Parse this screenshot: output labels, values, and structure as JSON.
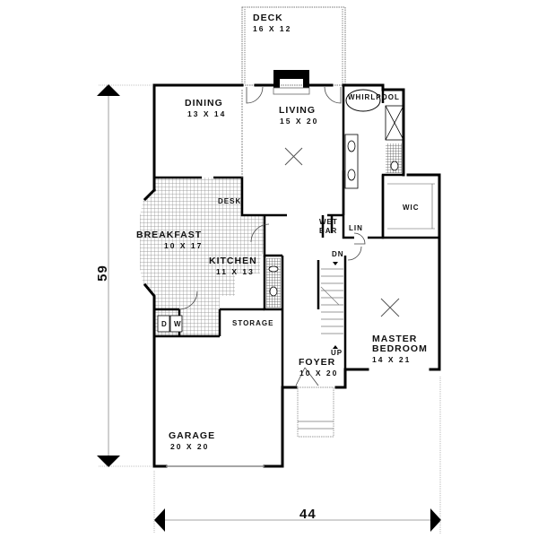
{
  "plan": {
    "overall_depth": "59",
    "overall_width": "44",
    "colors": {
      "wall": "#000000",
      "tile": "#bbbbbb",
      "background": "#ffffff"
    }
  },
  "rooms": {
    "deck": {
      "name": "DECK",
      "size": "16 X 12"
    },
    "dining": {
      "name": "DINING",
      "size": "13 X 14"
    },
    "living": {
      "name": "LIVING",
      "size": "15 X 20"
    },
    "breakfast": {
      "name": "BREAKFAST",
      "size": "10 X 17"
    },
    "kitchen": {
      "name": "KITCHEN",
      "size": "11 X 13"
    },
    "master": {
      "name1": "MASTER",
      "name2": "BEDROOM",
      "size": "14 X 21"
    },
    "foyer": {
      "name": "FOYER",
      "size": "10 X 20"
    },
    "garage": {
      "name": "GARAGE",
      "size": "20 X 20"
    }
  },
  "labels": {
    "whirlpool": "WHIRLPOOL",
    "wic": "WIC",
    "desk": "DESK",
    "wet_bar_1": "WET",
    "wet_bar_2": "BAR",
    "lin": "LIN",
    "dn": "DN",
    "up": "UP",
    "storage": "STORAGE",
    "dryer": "D",
    "washer": "W"
  }
}
